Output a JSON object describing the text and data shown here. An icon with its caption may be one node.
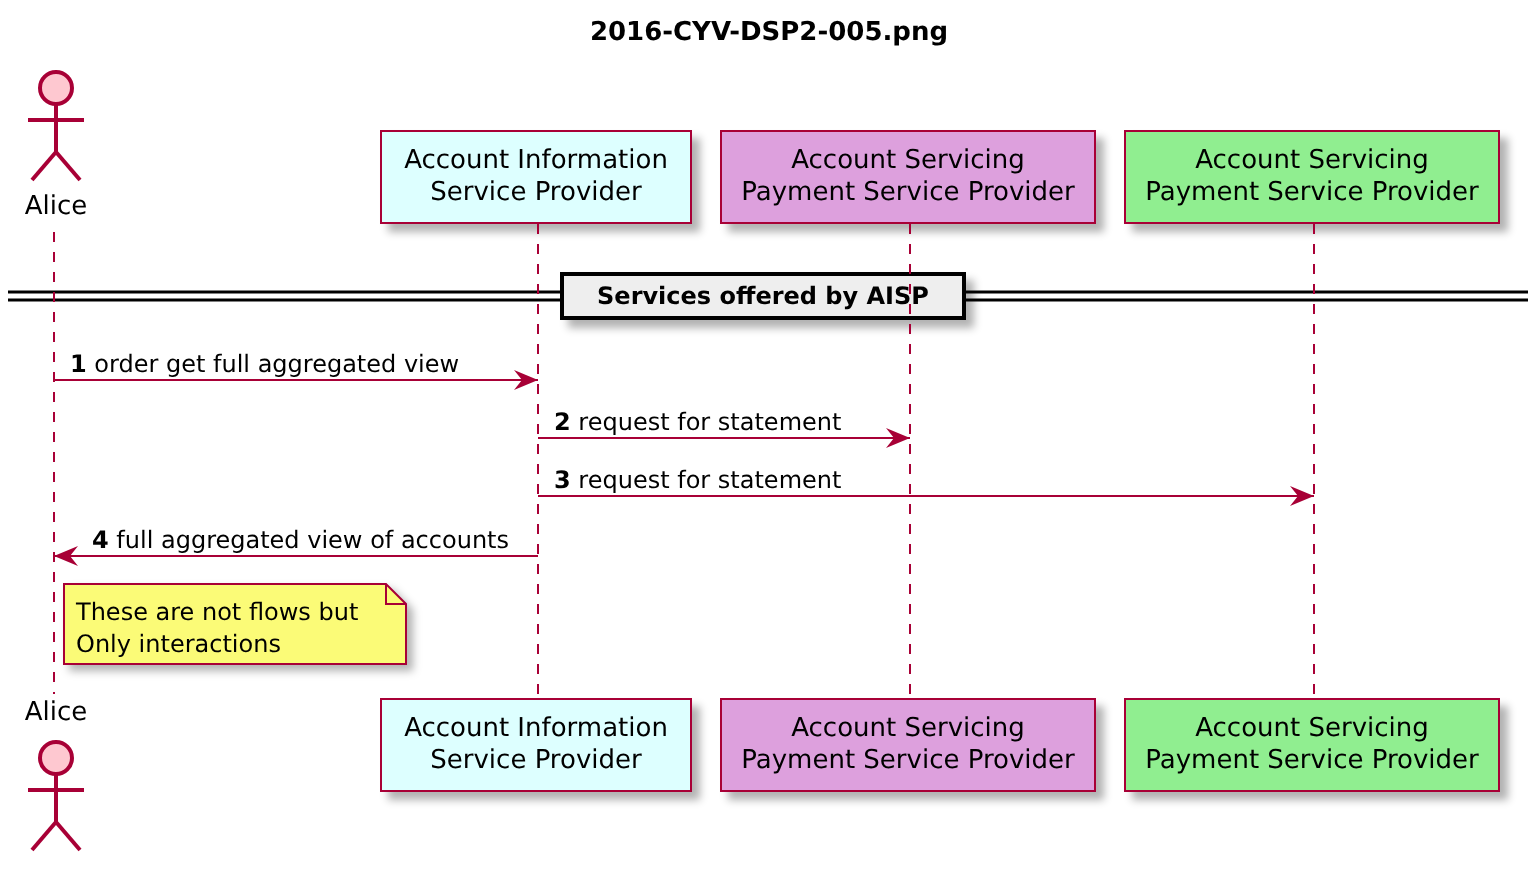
{
  "diagram": {
    "title": "2016-CYV-DSP2-005.png",
    "nodes": [
      {
        "text": [
          "Alice"
        ]
      },
      {
        "text": [
          "Account Information Service Provider"
        ]
      },
      {
        "text": [
          "Account Servicing Payment Service Provider"
        ]
      },
      {
        "text": [
          "Account Servicing Payment Service Provider"
        ]
      },
      {
        "text": [
          "These are not flows but Only interactions"
        ]
      },
      {
        "text": [
          "Alice"
        ]
      },
      {
        "text": [
          "Account Information Service Provider"
        ]
      },
      {
        "text": [
          "Account Servicing Payment Service Provider"
        ]
      },
      {
        "text": [
          "Account Servicing Payment Service Provider"
        ]
      },
      {
        "text": [],
        "shape": "line"
      },
      {
        "text": [],
        "shape": "line"
      },
      {
        "text": [],
        "shape": "line"
      },
      {
        "text": [],
        "shape": "line"
      }
    ],
    "edges": [
      {
        "from": 9,
        "to": 10,
        "arrow": "to",
        "label": "**1** order get full aggregated view"
      },
      {
        "from": 10,
        "to": 11,
        "arrow": "to",
        "label": "**2** request for statement"
      },
      {
        "from": 10,
        "to": 12,
        "arrow": "to",
        "label": "**3** request for statement"
      },
      {
        "from": 10,
        "to": 9,
        "arrow": "to",
        "label": "**4** full aggregated view of accounts"
      }
    ],
    "labels": [
      "Services offered by AISP"
    ]
  }
}
